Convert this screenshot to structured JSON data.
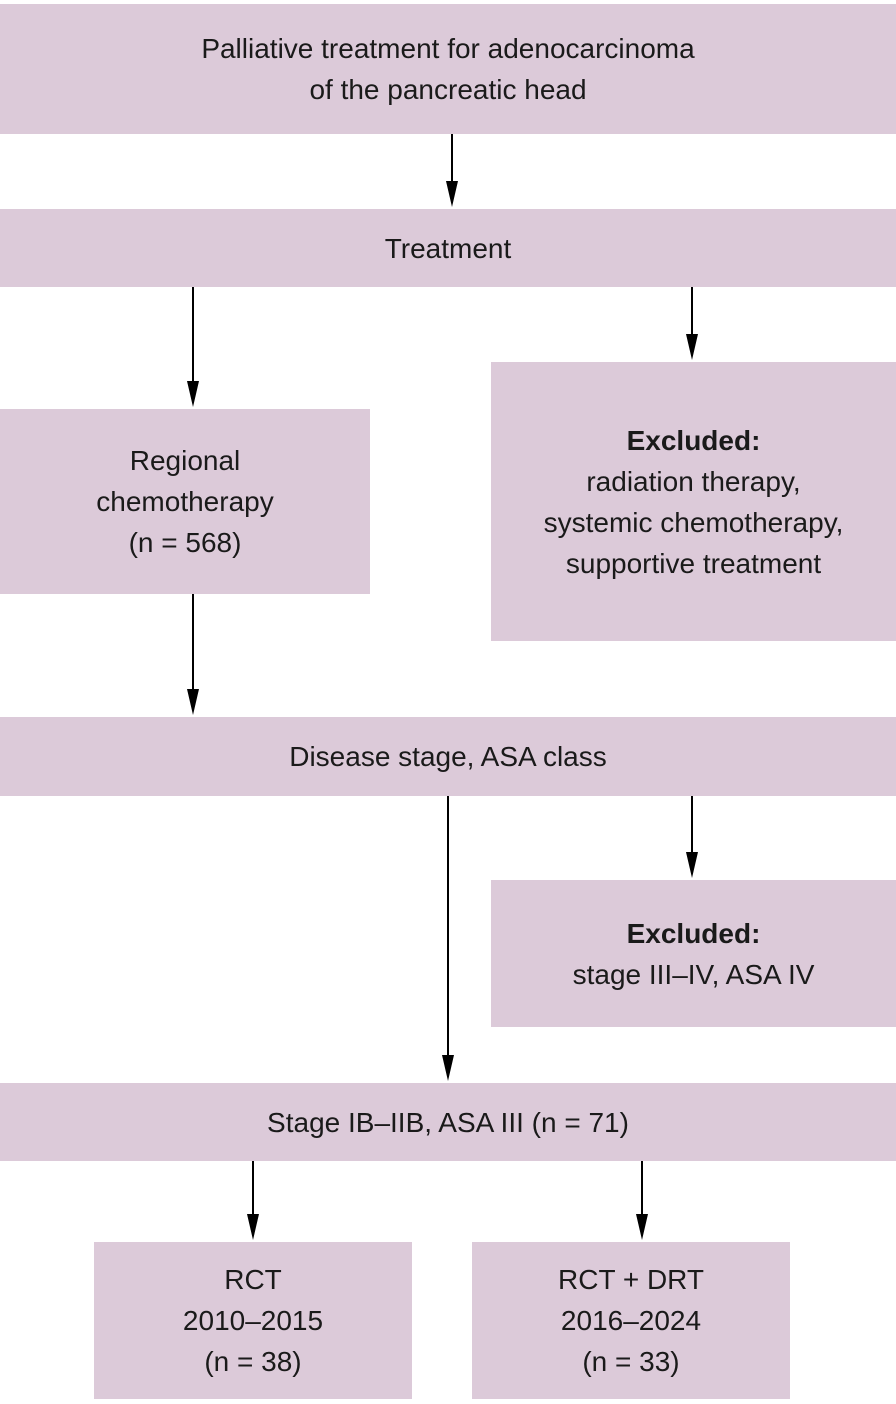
{
  "top": {
    "line1": "Palliative treatment for adenocarcinoma",
    "line2": "of the pancreatic head"
  },
  "treatment": {
    "label": "Treatment"
  },
  "regional": {
    "line1": "Regional",
    "line2": "chemotherapy",
    "line3": "(n = 568)"
  },
  "excluded_treatment": {
    "heading": "Excluded:",
    "line1": "radiation therapy,",
    "line2": "systemic chemotherapy,",
    "line3": "supportive treatment"
  },
  "disease_stage": {
    "label": "Disease stage, ASA class"
  },
  "excluded_stage": {
    "heading": "Excluded:",
    "line1": "stage III–IV, ASA IV"
  },
  "stage_ib": {
    "label": "Stage IB–IIB, ASA III (n = 71)"
  },
  "rct": {
    "line1": "RCT",
    "line2": "2010–2015",
    "line3": "(n = 38)"
  },
  "rct_drt": {
    "line1": "RCT + DRT",
    "line2": "2016–2024",
    "line3": "(n = 33)"
  },
  "colors": {
    "box_fill": "#dccad9",
    "arrow": "#000000"
  }
}
